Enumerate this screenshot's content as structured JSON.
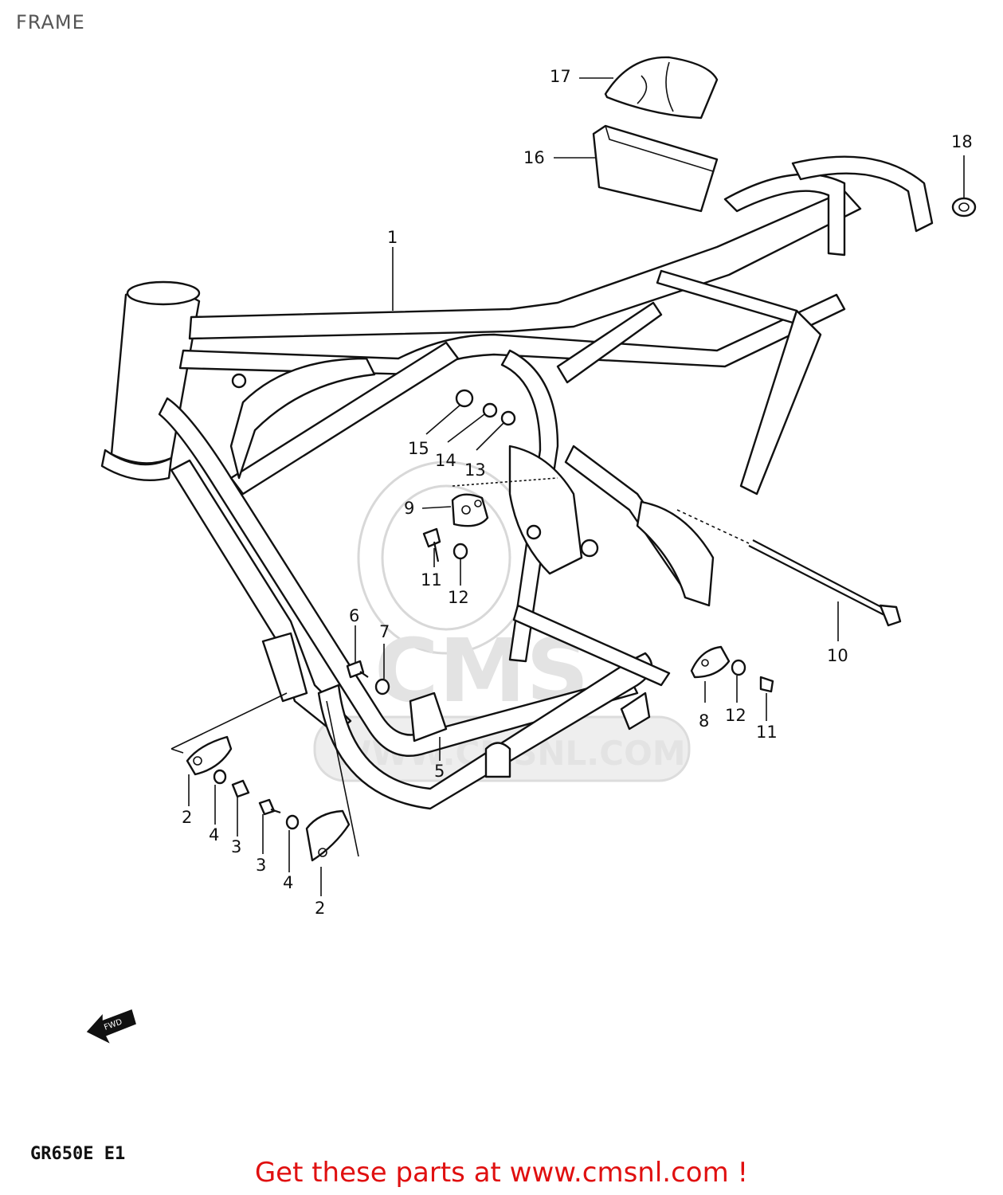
{
  "title": "FRAME",
  "watermark": {
    "logo": "CMS",
    "url": "WWW.CMSNL.COM"
  },
  "callouts": {
    "p1": "1",
    "p2a": "2",
    "p2b": "2",
    "p3a": "3",
    "p3b": "3",
    "p4a": "4",
    "p4b": "4",
    "p5": "5",
    "p6": "6",
    "p7": "7",
    "p8": "8",
    "p9": "9",
    "p10": "10",
    "p11a": "11",
    "p11b": "11",
    "p12a": "12",
    "p12b": "12",
    "p13": "13",
    "p14": "14",
    "p15": "15",
    "p16": "16",
    "p17": "17",
    "p18": "18"
  },
  "forward_arrow": "FWD",
  "model_code": "GR650E E1",
  "footer": {
    "text": "Get these parts at www.cmsnl.com !"
  },
  "colors": {
    "ink": "#111111",
    "footer": "#e01010",
    "title": "#555555",
    "watermark": "#d8d8d8"
  }
}
